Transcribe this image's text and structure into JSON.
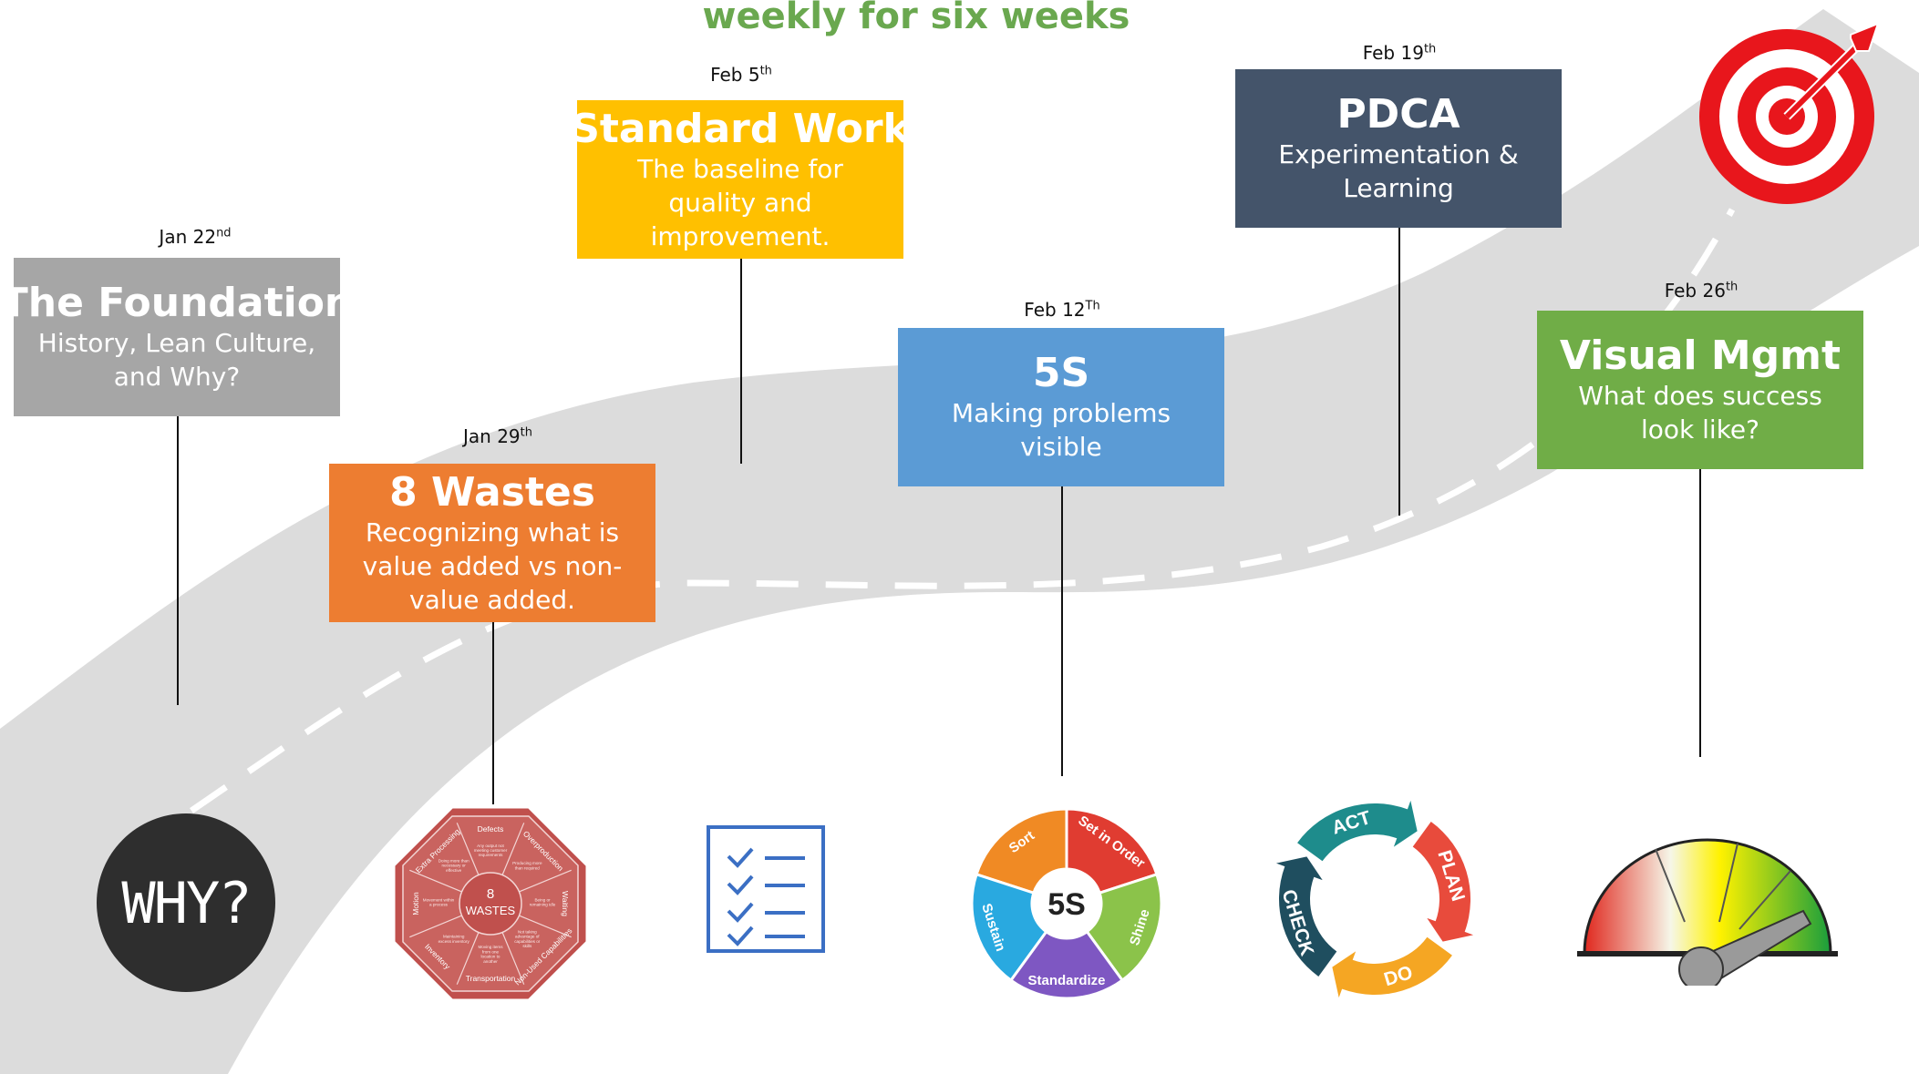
{
  "header": {
    "text": "weekly for six weeks"
  },
  "steps": [
    {
      "date_main": "Jan 22",
      "date_sup": "nd",
      "title": "The Foundation",
      "subtitle": "History, Lean Culture, and Why?",
      "color": "#a6a6a6",
      "icon": "why-icon"
    },
    {
      "date_main": "Jan 29",
      "date_sup": "th",
      "title": "8 Wastes",
      "subtitle": "Recognizing what is value added vs non-value added.",
      "color": "#ed7d31",
      "icon": "eight-wastes-icon"
    },
    {
      "date_main": "Feb 5",
      "date_sup": "th",
      "title": "Standard Work",
      "subtitle": "The baseline for quality and improvement.",
      "color": "#ffc000",
      "icon": "checklist-icon"
    },
    {
      "date_main": "Feb 12",
      "date_sup": "Th",
      "title": "5S",
      "subtitle": "Making problems visible",
      "color": "#5b9bd5",
      "icon": "five-s-icon"
    },
    {
      "date_main": "Feb 19",
      "date_sup": "th",
      "title": "PDCA",
      "subtitle": "Experimentation & Learning",
      "color": "#44546a",
      "icon": "pdca-cycle-icon"
    },
    {
      "date_main": "Feb 26",
      "date_sup": "th",
      "title": "Visual Mgmt",
      "subtitle": "What does success look like?",
      "color": "#70ad47",
      "icon": "gauge-icon"
    }
  ],
  "icons": {
    "why_text": "WHY?",
    "wastes": {
      "center": "8\nWASTES",
      "segments": [
        "Defects",
        "Overproduction",
        "Waiting",
        "Non-Used Capabilities",
        "Transportation",
        "Inventory",
        "Motion",
        "Extra Processing"
      ],
      "notes": [
        "Any output not meeting customer requirements",
        "Producing more than required",
        "Being or remaining idle",
        "Not taking advantage of capabilities or skills",
        "Moving items from one location to another",
        "Maintaining excess inventory",
        "Movement within a process",
        "Doing more than necessary or effective"
      ]
    },
    "five_s": {
      "center": "5S",
      "segments": [
        "Sort",
        "Set in Order",
        "Shine",
        "Standardize",
        "Sustain"
      ],
      "colors": [
        "#f08a24",
        "#e03c31",
        "#8bc34a",
        "#7e57c2",
        "#29a9e0"
      ]
    },
    "pdca": {
      "labels": [
        "ACT",
        "PLAN",
        "DO",
        "CHECK"
      ],
      "colors": [
        "#1e8c8c",
        "#e84b3c",
        "#f5a623",
        "#1f4e5f"
      ]
    },
    "target_icon": "target-icon"
  },
  "road": {
    "color": "#dcdcdc",
    "dash_color": "#ffffff"
  }
}
